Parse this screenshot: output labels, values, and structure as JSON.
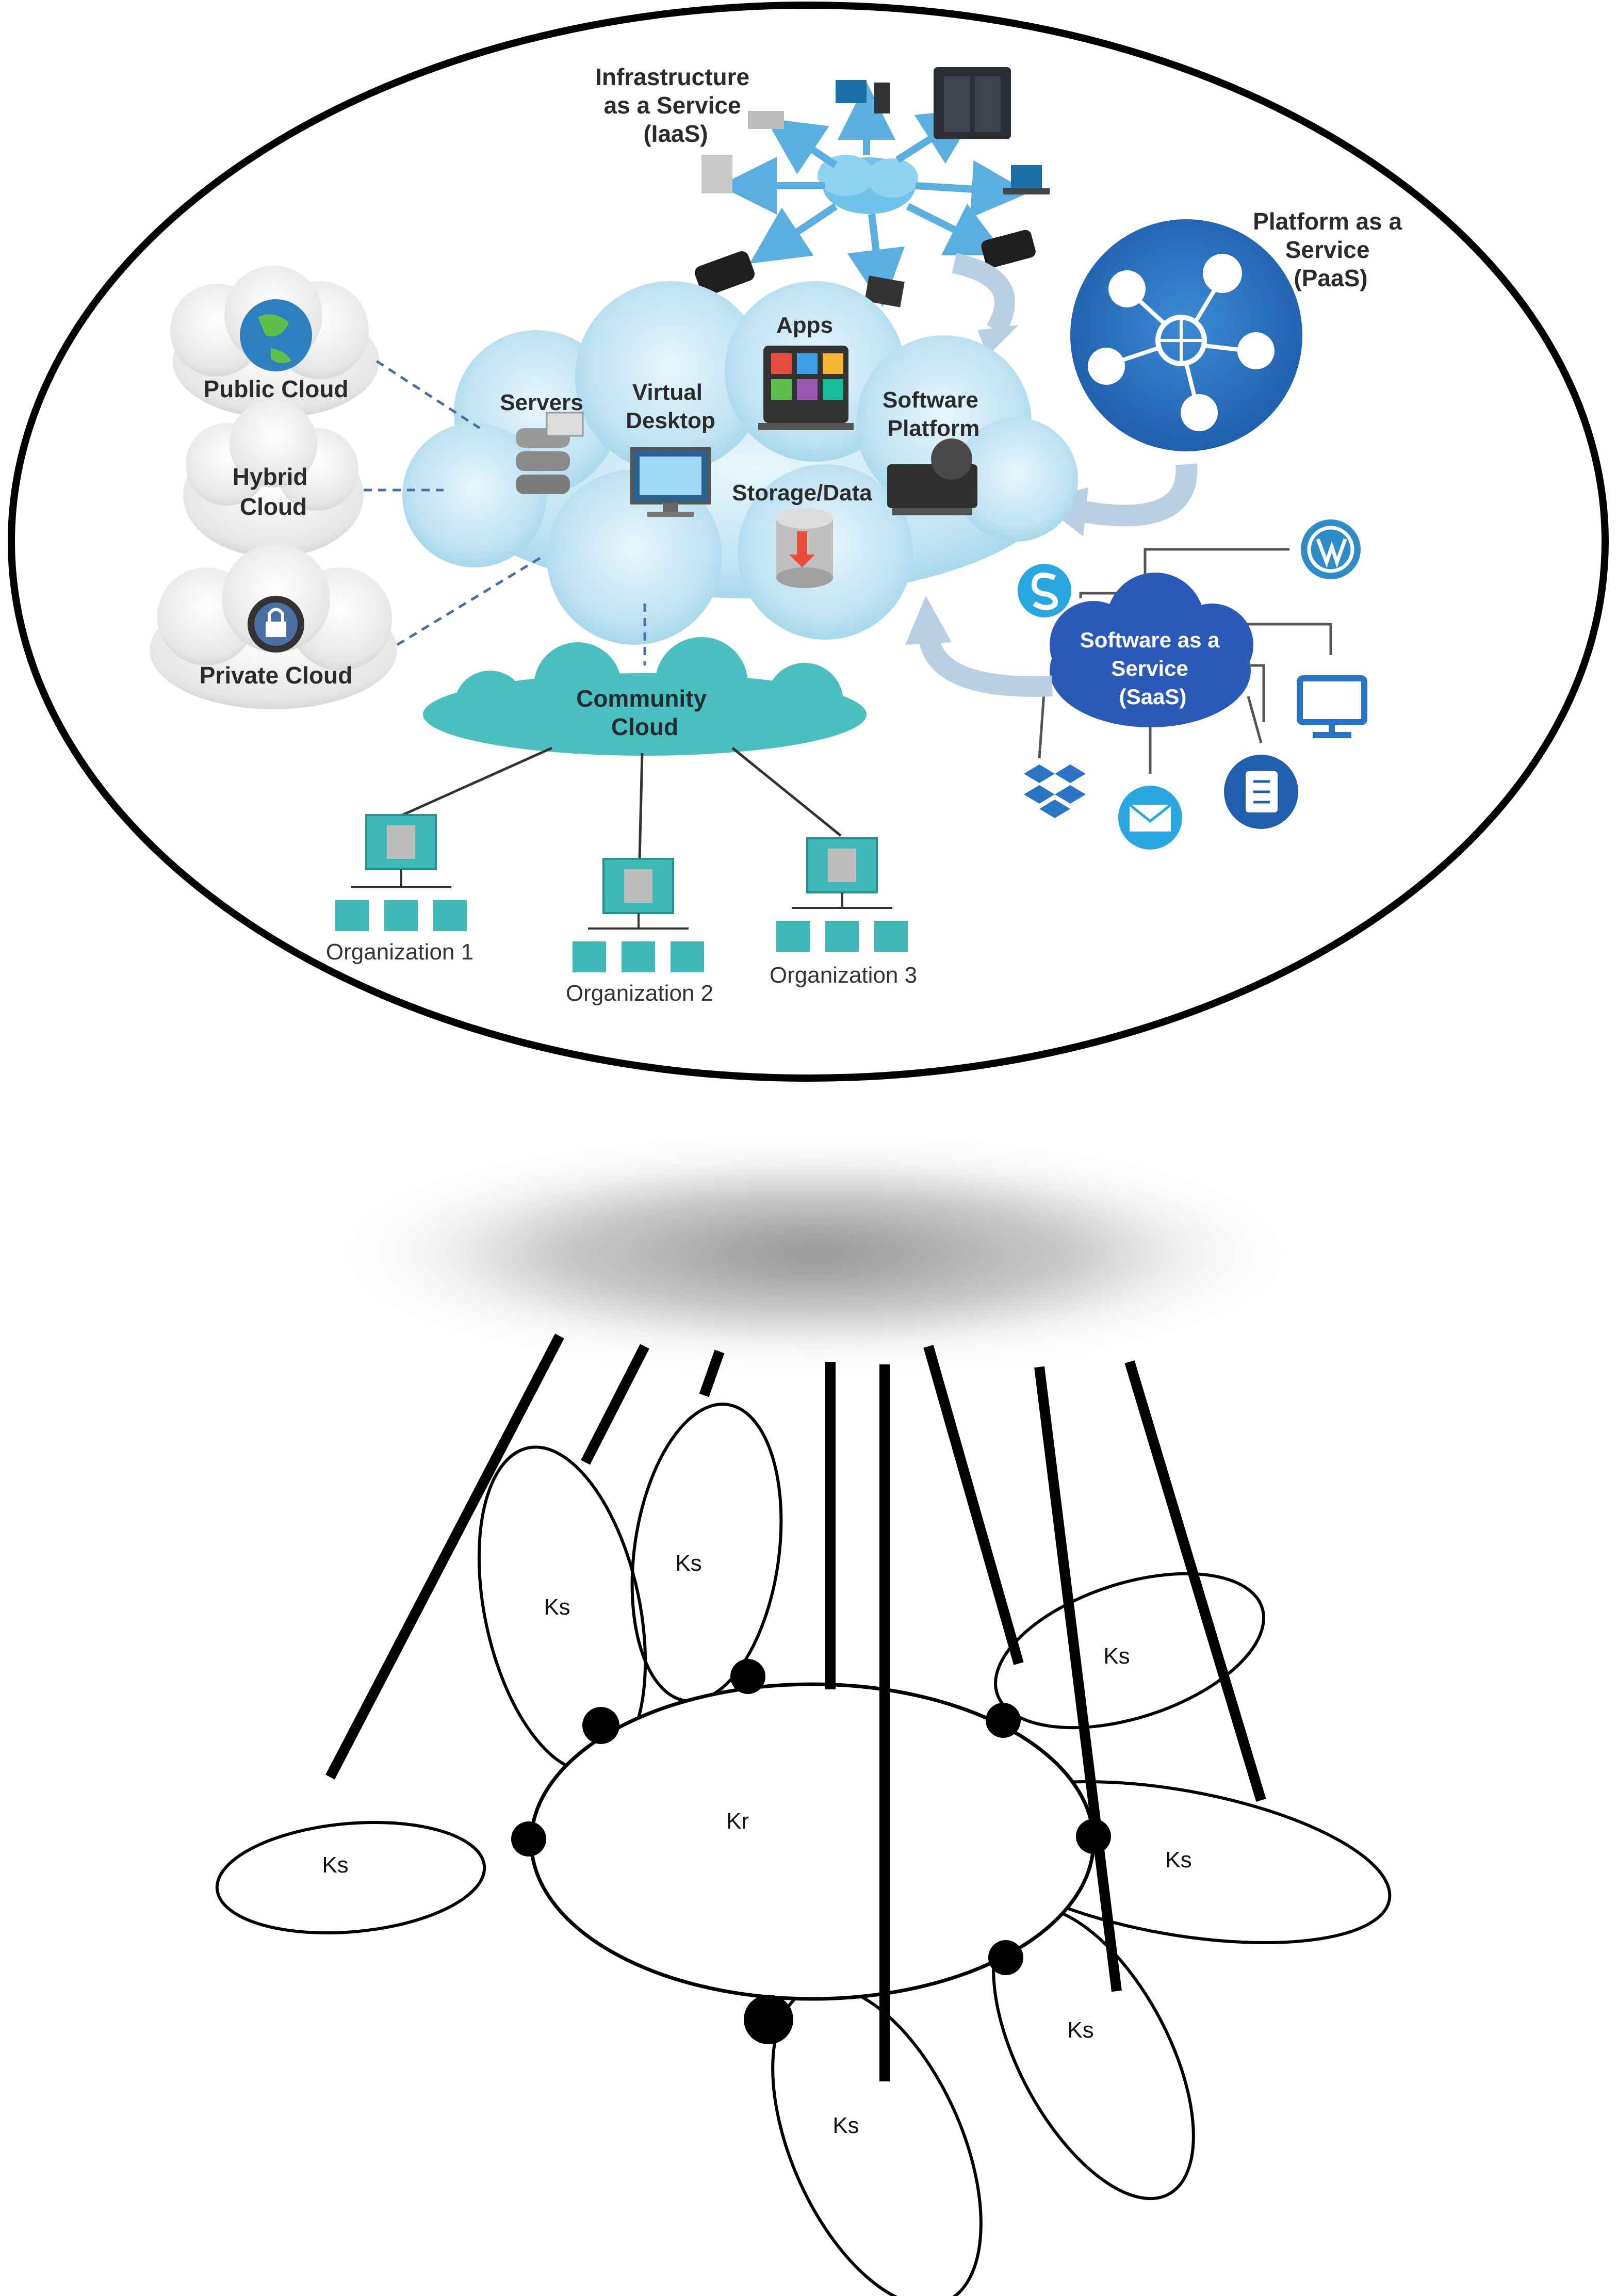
{
  "top": {
    "iaas": [
      "Infrastructure",
      "as a Service",
      "(IaaS)"
    ],
    "paas": [
      "Platform as a",
      "Service",
      "(PaaS)"
    ],
    "saas": [
      "Software as a",
      "Service",
      "(SaaS)"
    ],
    "public_cloud": "Public Cloud",
    "hybrid_cloud": [
      "Hybrid",
      "Cloud"
    ],
    "private_cloud": "Private Cloud",
    "servers": "Servers",
    "virtual_desktop": [
      "Virtual",
      "Desktop"
    ],
    "apps": "Apps",
    "software_platform": [
      "Software",
      "Platform"
    ],
    "storage_data": "Storage/Data",
    "community_cloud": [
      "Community",
      "Cloud"
    ],
    "organizations": [
      "Organization 1",
      "Organization 2",
      "Organization 3"
    ]
  },
  "bottom": {
    "center_label": "Kr",
    "satellite_label": "Ks"
  },
  "colors": {
    "cloud_light": "#bfe3f2",
    "cloud_blue": "#2b73c4",
    "community_teal": "#4bbfbf",
    "arrow_blue": "#5aaee0",
    "node_black": "#000000"
  },
  "icons": [
    "wordpress-icon",
    "skype-icon",
    "dropbox-icon",
    "mail-icon",
    "notebook-icon",
    "monitor-icon",
    "globe-icon",
    "lock-icon",
    "server-icon",
    "database-icon"
  ]
}
